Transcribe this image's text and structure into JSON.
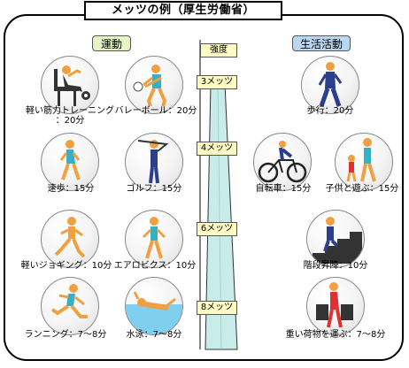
{
  "title": "メッツの例（厚生労働省）",
  "categories": {
    "exercise": "運動",
    "daily": "生活活動"
  },
  "tower": {
    "strength_label": "強度",
    "levels": [
      "3メッツ",
      "4メッツ",
      "6メッツ",
      "8メッツ"
    ]
  },
  "exercise": [
    {
      "label": "軽い筋力トレーニング",
      "label2": "：20分",
      "icon": "weight-training-icon"
    },
    {
      "label": "バレーボール：20分",
      "icon": "volleyball-icon"
    },
    {
      "label": "速歩：15分",
      "icon": "brisk-walk-icon"
    },
    {
      "label": "ゴルフ：15分",
      "icon": "golf-icon"
    },
    {
      "label": "軽いジョギング：10分",
      "icon": "light-jogging-icon"
    },
    {
      "label": "エアロビクス：10分",
      "icon": "aerobics-icon"
    },
    {
      "label": "ランニング：7～8分",
      "icon": "running-icon"
    },
    {
      "label": "水泳：7～8分",
      "icon": "swimming-icon"
    }
  ],
  "daily": [
    {
      "label": "歩行：20分",
      "icon": "walking-icon"
    },
    {
      "label": "自転車：15分",
      "icon": "bicycle-icon"
    },
    {
      "label": "子供と遊ぶ：15分",
      "icon": "playing-with-child-icon"
    },
    {
      "label": "階段昇降：10分",
      "icon": "stairs-icon"
    },
    {
      "label": "重い荷物を運ぶ：7～8分",
      "icon": "carrying-heavy-load-icon"
    }
  ],
  "colors": {
    "exercise_tag": "#e6f5c6",
    "daily_tag": "#b9d7f2",
    "flag": "#fffbc4",
    "tower": "#c7ecea",
    "skin": "#f0a040",
    "athlete_wear": "#35b0c8",
    "suit": "#2b3f8c"
  }
}
